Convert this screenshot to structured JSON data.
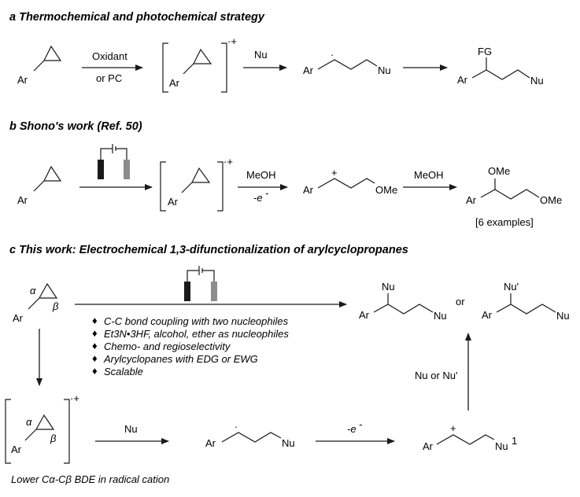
{
  "sections": {
    "a": {
      "title": "a Thermochemical and photochemical strategy"
    },
    "b": {
      "title": "b Shono's work (Ref. 50)"
    },
    "c": {
      "title": "c This work: Electrochemical 1,3-difunctionalization of arylcyclopropanes"
    }
  },
  "labels": {
    "ar": "Ar",
    "nu": "Nu",
    "nu_prime": "Nu'",
    "fg": "FG",
    "ome": "OMe",
    "alpha": "α",
    "beta": "β",
    "radical_cation": "·+",
    "oxidant": "Oxidant",
    "or_pc": "or PC",
    "meoh": "MeOH",
    "minus_e": "-e",
    "minus_sup": "-",
    "plus": "+",
    "dot": "·",
    "or": "or",
    "nu_or_nu_prime": "Nu or Nu'",
    "nu1": "Nu",
    "sup1": "1",
    "six_examples": "[6 examples]"
  },
  "features": [
    "C-C bond coupling with two nucleophiles",
    "Et3N•3HF, alcohol, ether as nucleophiles",
    "Chemo- and regioselectivity",
    "Arylcyclopanes with EDG or EWG",
    "Scalable"
  ],
  "bullet": "♦",
  "footnote": "Lower Cα-Cβ BDE in radical cation"
}
